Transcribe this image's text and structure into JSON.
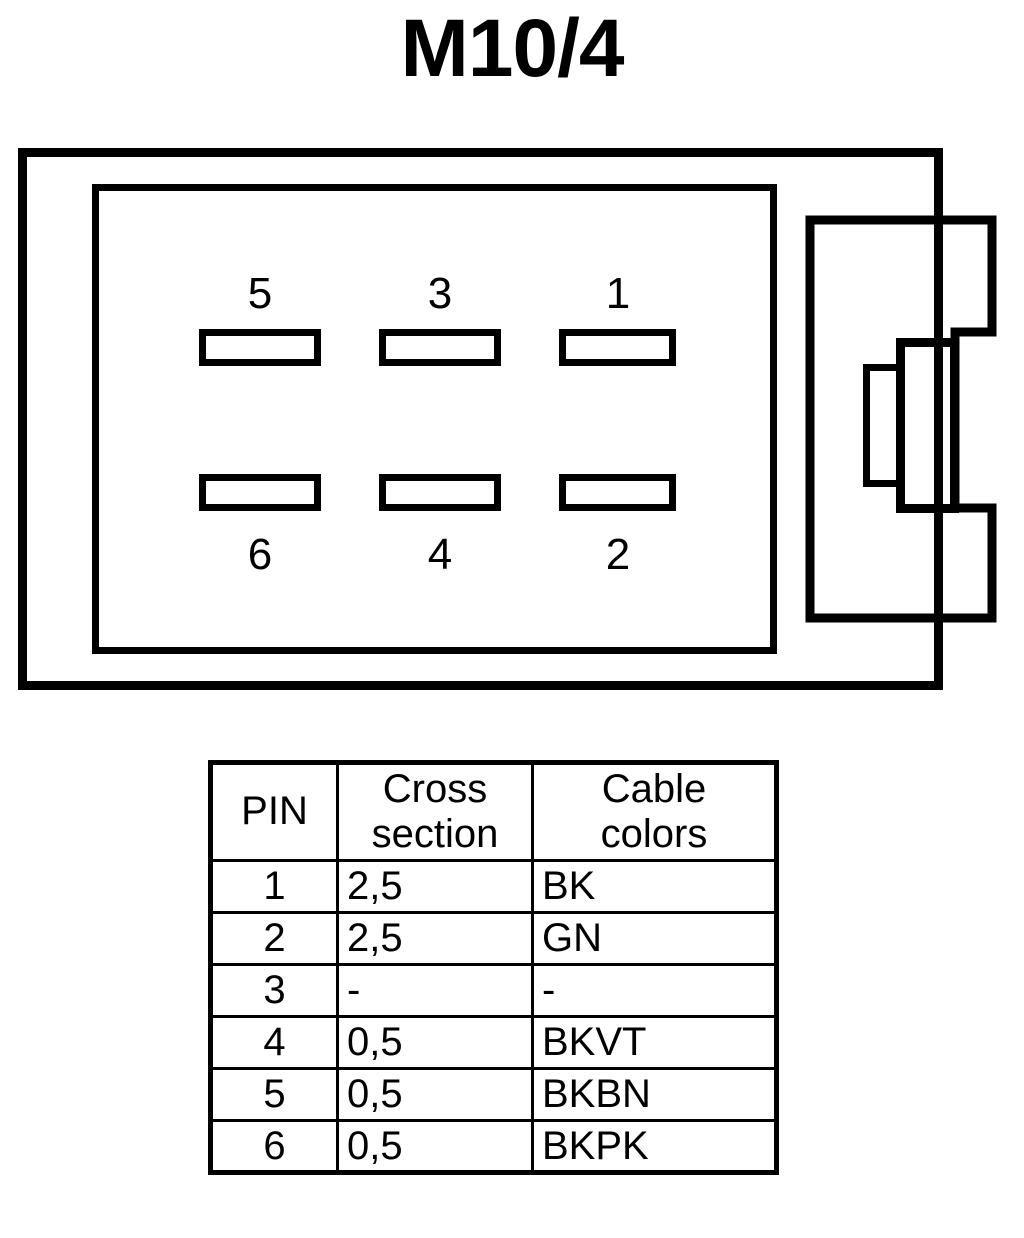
{
  "title": "M10/4",
  "connector": {
    "pins_top": [
      {
        "number": "5"
      },
      {
        "number": "3"
      },
      {
        "number": "1"
      }
    ],
    "pins_bottom": [
      {
        "number": "6"
      },
      {
        "number": "4"
      },
      {
        "number": "2"
      }
    ],
    "line_color": "#000000",
    "fill_color": "#ffffff"
  },
  "table": {
    "headers": {
      "pin": "PIN",
      "cross_section_line1": "Cross",
      "cross_section_line2": "section",
      "cable_colors_line1": "Cable",
      "cable_colors_line2": "colors"
    },
    "rows": [
      {
        "pin": "1",
        "cross_section": "2,5",
        "cable_color": "BK"
      },
      {
        "pin": "2",
        "cross_section": "2,5",
        "cable_color": "GN"
      },
      {
        "pin": "3",
        "cross_section": "-",
        "cable_color": "-"
      },
      {
        "pin": "4",
        "cross_section": "0,5",
        "cable_color": "BKVT"
      },
      {
        "pin": "5",
        "cross_section": "0,5",
        "cable_color": "BKBN"
      },
      {
        "pin": "6",
        "cross_section": "0,5",
        "cable_color": "BKPK"
      }
    ]
  }
}
